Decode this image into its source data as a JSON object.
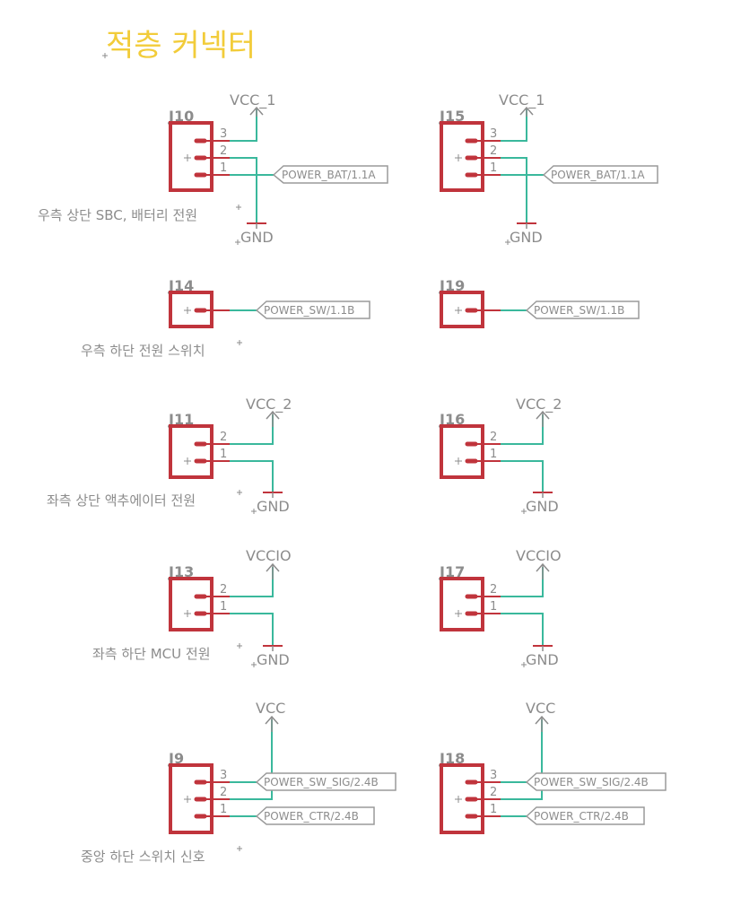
{
  "title": "적층 커넥터",
  "notes": {
    "j10": "우측 상단 SBC, 배터리 전원",
    "j14": "우측 하단 전원 스위치",
    "j11": "좌측 상단 액추에이터 전원",
    "j13": "좌측 하단 MCU 전원",
    "j9": "중앙 하단 스위치 신호"
  },
  "connectors": {
    "j10": {
      "ref": "J10",
      "pins": [
        "3",
        "2",
        "1"
      ],
      "supply": "VCC_1",
      "gnd": "GND",
      "net": "POWER_BAT/1.1A"
    },
    "j15": {
      "ref": "J15",
      "pins": [
        "3",
        "2",
        "1"
      ],
      "supply": "VCC_1",
      "gnd": "GND",
      "net": "POWER_BAT/1.1A"
    },
    "j14": {
      "ref": "J14",
      "net": "POWER_SW/1.1B"
    },
    "j19": {
      "ref": "J19",
      "net": "POWER_SW/1.1B"
    },
    "j11": {
      "ref": "J11",
      "pins": [
        "2",
        "1"
      ],
      "supply": "VCC_2",
      "gnd": "GND"
    },
    "j16": {
      "ref": "J16",
      "pins": [
        "2",
        "1"
      ],
      "supply": "VCC_2",
      "gnd": "GND"
    },
    "j13": {
      "ref": "J13",
      "pins": [
        "2",
        "1"
      ],
      "supply": "VCCIO",
      "gnd": "GND"
    },
    "j17": {
      "ref": "J17",
      "pins": [
        "2",
        "1"
      ],
      "supply": "VCCIO",
      "gnd": "GND"
    },
    "j9": {
      "ref": "J9",
      "pins": [
        "3",
        "2",
        "1"
      ],
      "supply": "VCC",
      "net_sig": "POWER_SW_SIG/2.4B",
      "net_ctr": "POWER_CTR/2.4B"
    },
    "j18": {
      "ref": "J18",
      "pins": [
        "3",
        "2",
        "1"
      ],
      "supply": "VCC",
      "net_sig": "POWER_SW_SIG/2.4B",
      "net_ctr": "POWER_CTR/2.4B"
    }
  },
  "colors": {
    "title": "#f2cc3a",
    "wire": "#3ab89c",
    "component": "#c0343c",
    "text": "#8c8c8c"
  }
}
